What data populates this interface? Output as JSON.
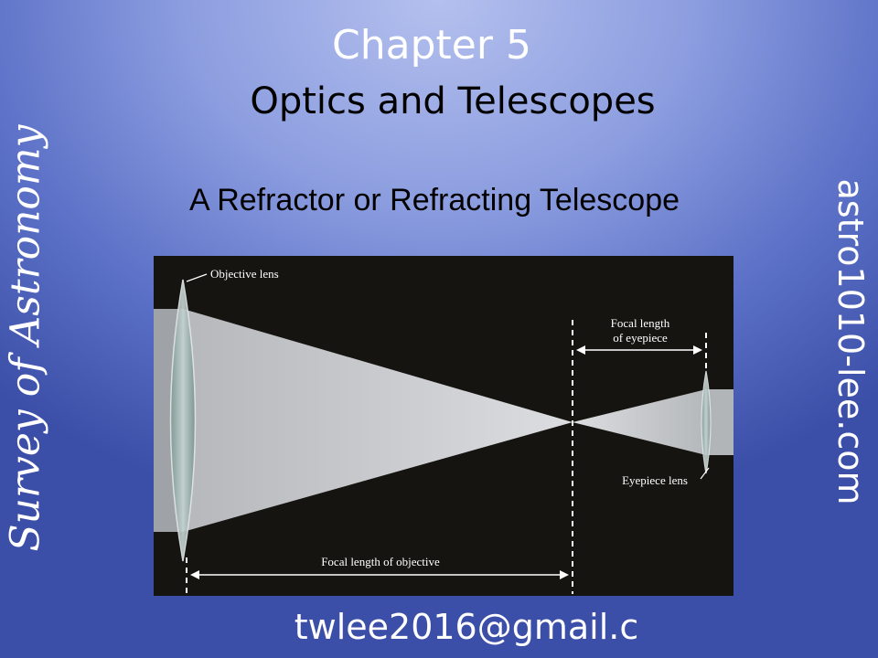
{
  "slide": {
    "chapter": "Chapter 5",
    "title": "Optics and Telescopes",
    "subtitle": "A Refractor or Refracting Telescope",
    "side_left": "Survey of Astronomy",
    "side_right": "astro1010-lee.com",
    "email": "twlee2016@gmail.c"
  },
  "diagram": {
    "objective_label": "Objective lens",
    "eyepiece_focal_label_line1": "Focal length",
    "eyepiece_focal_label_line2": "of eyepiece",
    "eyepiece_label": "Eyepiece lens",
    "objective_focal_label": "Focal length of objective"
  },
  "colors": {
    "background_top": "#b4c0ee",
    "background_bottom": "#3c4fa8",
    "diagram_background": "#161410",
    "light_beam": "#c8ccd2"
  }
}
